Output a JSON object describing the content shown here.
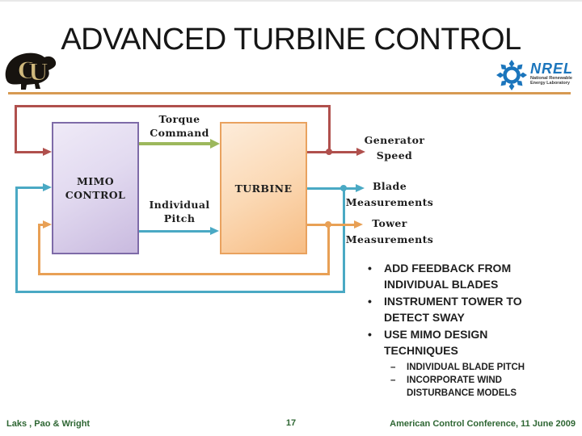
{
  "slide": {
    "title": "ADVANCED TURBINE CONTROL",
    "footer_left": "Laks , Pao & Wright",
    "page_number": "17",
    "footer_right": "American Control Conference, 11 June 2009"
  },
  "logos": {
    "cu_monogram": "CU",
    "nrel_name": "NREL",
    "nrel_tagline_line1": "National Renewable",
    "nrel_tagline_line2": "Energy Laboratory"
  },
  "diagram": {
    "mimo_block": {
      "line1": "MIMO",
      "line2": "CONTROL"
    },
    "turbine_block": {
      "label": "TURBINE"
    },
    "torque_command": {
      "line1": "Torque",
      "line2": "Command"
    },
    "individual_pitch": {
      "line1": "Individual",
      "line2": "Pitch"
    },
    "generator_speed": {
      "line1": "Generator",
      "line2": "Speed"
    },
    "blade_measurements": {
      "line1": "Blade",
      "line2": "Measurements"
    },
    "tower_measurements": {
      "line1": "Tower",
      "line2": "Measurements"
    },
    "colors": {
      "generator_speed_loop": "#B0504D",
      "blade_measurement_loop": "#4AA9C4",
      "tower_measurement_loop": "#E8A055",
      "torque_command_arrow": "#9CB85C",
      "individual_pitch_arrow": "#4AA9C4",
      "mimo_border": "#7E6BA8",
      "turbine_border": "#E9A25F"
    }
  },
  "bullets": {
    "marker": "•",
    "sub_marker": "–",
    "items": [
      {
        "text": "ADD FEEDBACK FROM INDIVIDUAL BLADES"
      },
      {
        "text": "INSTRUMENT TOWER TO DETECT SWAY"
      },
      {
        "text": "USE MIMO DESIGN TECHNIQUES"
      }
    ],
    "sub_items": [
      {
        "text": "INDIVIDUAL BLADE PITCH"
      },
      {
        "text": "INCORPORATE WIND DISTURBANCE MODELS"
      }
    ]
  },
  "theme": {
    "title_underline": "#D79A52",
    "footer_text": "#2E6633",
    "nrel_blue": "#1B75BC",
    "cu_gold": "#CFB87C"
  }
}
